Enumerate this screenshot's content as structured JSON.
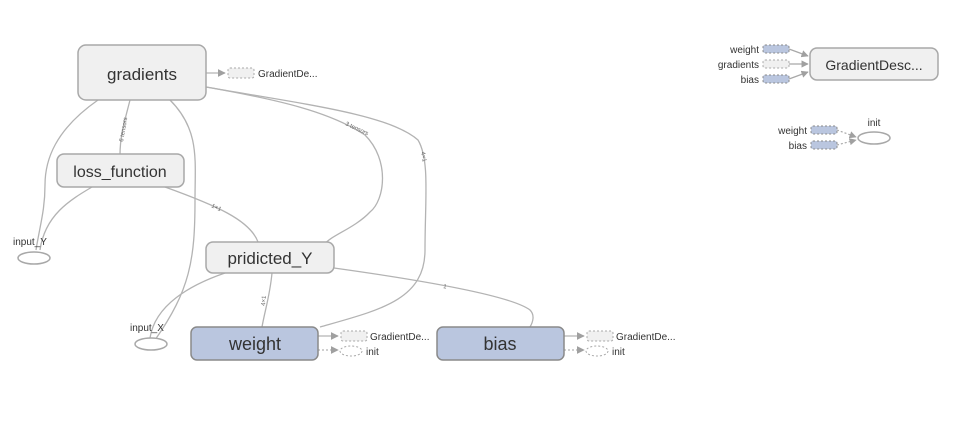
{
  "graph": {
    "nodes": {
      "gradients": "gradients",
      "loss_function": "loss_function",
      "pridicted_y": "pridicted_Y",
      "weight": "weight",
      "bias": "bias",
      "input_y": "input_Y",
      "input_x": "input_X",
      "gradient_descent": "GradientDesc...",
      "init": "init"
    },
    "attached": {
      "gradients_out": "GradientDe...",
      "weight_out_gd": "GradientDe...",
      "weight_out_init": "init",
      "bias_out_gd": "GradientDe...",
      "bias_out_init": "init"
    },
    "gd_inputs": [
      "weight",
      "gradients",
      "bias"
    ],
    "init_inputs": [
      "weight",
      "bias"
    ],
    "edge_labels": {
      "gradients_loss": "6 tensors",
      "gradients_pred": "3 tensors",
      "gradients_weight": "4×1",
      "loss_pred": "1×1",
      "pred_weight": "4×1",
      "pred_bias": "1"
    }
  },
  "colors": {
    "op_fill": "#f0f0f0",
    "op_stroke": "#a8a8a8",
    "var_fill": "#bac6df",
    "var_stroke": "#8a8a8a",
    "edge": "#b3b3b3"
  }
}
